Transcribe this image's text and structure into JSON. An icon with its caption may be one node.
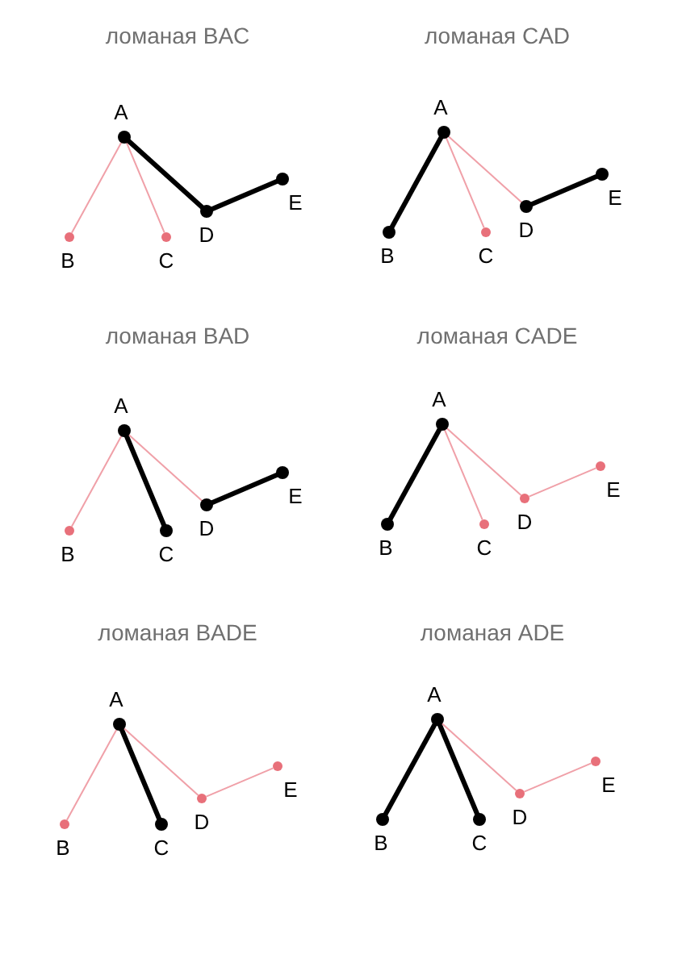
{
  "diagram": {
    "nodes": [
      {
        "text": [],
        "shape": "circle",
        "beside": [
          "A"
        ]
      },
      {
        "text": [],
        "shape": "circle",
        "beside": [
          "B"
        ]
      },
      {
        "text": [],
        "shape": "circle",
        "beside": [
          "C"
        ]
      },
      {
        "text": [],
        "shape": "circle",
        "beside": [
          "D"
        ]
      },
      {
        "text": [],
        "shape": "circle",
        "beside": [
          "E"
        ]
      },
      {
        "text": [],
        "shape": "circle",
        "beside": [
          "A"
        ]
      },
      {
        "text": [],
        "shape": "circle",
        "beside": [
          "B"
        ]
      },
      {
        "text": [],
        "shape": "circle",
        "beside": [
          "C"
        ]
      },
      {
        "text": [],
        "shape": "circle",
        "beside": [
          "D"
        ]
      },
      {
        "text": [],
        "shape": "circle",
        "beside": [
          "E"
        ]
      },
      {
        "text": [],
        "shape": "circle",
        "beside": [
          "A"
        ]
      },
      {
        "text": [],
        "shape": "circle",
        "beside": [
          "B"
        ]
      },
      {
        "text": [],
        "shape": "circle",
        "beside": [
          "C"
        ]
      },
      {
        "text": [],
        "shape": "circle",
        "beside": [
          "D"
        ]
      },
      {
        "text": [],
        "shape": "circle",
        "beside": [
          "E"
        ]
      },
      {
        "text": [],
        "shape": "circle",
        "beside": [
          "A"
        ]
      },
      {
        "text": [],
        "shape": "circle",
        "beside": [
          "B"
        ]
      },
      {
        "text": [],
        "shape": "circle",
        "beside": [
          "C"
        ]
      },
      {
        "text": [],
        "shape": "circle",
        "beside": [
          "D"
        ]
      },
      {
        "text": [],
        "shape": "circle",
        "beside": [
          "E"
        ]
      },
      {
        "text": [],
        "shape": "circle",
        "beside": [
          "A"
        ]
      },
      {
        "text": [],
        "shape": "circle",
        "beside": [
          "B"
        ]
      },
      {
        "text": [],
        "shape": "circle",
        "beside": [
          "C"
        ]
      },
      {
        "text": [],
        "shape": "circle",
        "beside": [
          "D"
        ]
      },
      {
        "text": [],
        "shape": "circle",
        "beside": [
          "E"
        ]
      },
      {
        "text": [],
        "shape": "circle",
        "beside": [
          "A"
        ]
      },
      {
        "text": [],
        "shape": "circle",
        "beside": [
          "B"
        ]
      },
      {
        "text": [],
        "shape": "circle",
        "beside": [
          "C"
        ]
      },
      {
        "text": [],
        "shape": "circle",
        "beside": [
          "D"
        ]
      },
      {
        "text": [],
        "shape": "circle",
        "beside": [
          "E"
        ]
      }
    ],
    "edges": [
      {
        "from": 0,
        "to": 1,
        "arrow": "none"
      },
      {
        "from": 0,
        "to": 2,
        "arrow": "none"
      },
      {
        "from": 0,
        "to": 3,
        "arrow": "none",
        "style": "thick",
        "color": "#000000"
      },
      {
        "from": 3,
        "to": 4,
        "arrow": "none",
        "style": "thick",
        "color": "#000000"
      },
      {
        "from": 5,
        "to": 6,
        "arrow": "none",
        "style": "thick",
        "color": "#000000"
      },
      {
        "from": 5,
        "to": 7,
        "arrow": "none"
      },
      {
        "from": 5,
        "to": 8,
        "arrow": "none"
      },
      {
        "from": 8,
        "to": 9,
        "arrow": "none",
        "style": "thick",
        "color": "#000000"
      },
      {
        "from": 10,
        "to": 11,
        "arrow": "none"
      },
      {
        "from": 10,
        "to": 12,
        "arrow": "none",
        "style": "thick",
        "color": "#000000"
      },
      {
        "from": 10,
        "to": 13,
        "arrow": "none"
      },
      {
        "from": 13,
        "to": 14,
        "arrow": "none",
        "style": "thick",
        "color": "#000000"
      },
      {
        "from": 15,
        "to": 16,
        "arrow": "none",
        "style": "thick",
        "color": "#000000"
      },
      {
        "from": 15,
        "to": 17,
        "arrow": "none"
      },
      {
        "from": 15,
        "to": 18,
        "arrow": "none"
      },
      {
        "from": 18,
        "to": 19,
        "arrow": "none"
      },
      {
        "from": 20,
        "to": 21,
        "arrow": "none"
      },
      {
        "from": 20,
        "to": 22,
        "arrow": "none",
        "style": "thick",
        "color": "#000000"
      },
      {
        "from": 20,
        "to": 23,
        "arrow": "none"
      },
      {
        "from": 23,
        "to": 24,
        "arrow": "none"
      },
      {
        "from": 25,
        "to": 26,
        "arrow": "none",
        "style": "thick",
        "color": "#000000"
      },
      {
        "from": 25,
        "to": 27,
        "arrow": "none",
        "style": "thick",
        "color": "#000000"
      },
      {
        "from": 25,
        "to": 28,
        "arrow": "none"
      },
      {
        "from": 28,
        "to": 29,
        "arrow": "none"
      }
    ],
    "labels": [
      "ломаная BAC",
      "ломаная CAD",
      "ломаная BAD",
      "ломаная CADE",
      "ломаная BADE",
      "ломаная ADE"
    ]
  }
}
